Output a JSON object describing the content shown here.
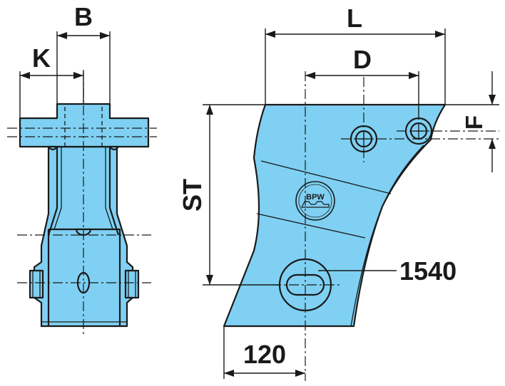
{
  "labels": {
    "b": "B",
    "k": "K",
    "l": "L",
    "d": "D",
    "f": "F",
    "st": "ST",
    "part_number": "1540",
    "offset": "120"
  },
  "logo": {
    "text": "BPW"
  },
  "colors": {
    "part_fill": "#7fd0f2",
    "outline": "#1a1a1a",
    "background": "#ffffff"
  }
}
